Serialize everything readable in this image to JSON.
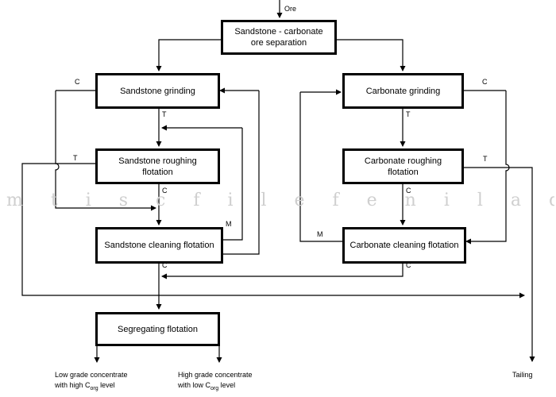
{
  "input_label": "Ore",
  "boxes": {
    "separation": "Sandstone - carbonate ore separation",
    "sandstone_grinding": "Sandstone grinding",
    "carbonate_grinding": "Carbonate grinding",
    "sandstone_roughing": "Sandstone roughing flotation",
    "carbonate_roughing": "Carbonate roughing flotation",
    "sandstone_cleaning": "Sandstone cleaning flotation",
    "carbonate_cleaning": "Carbonate cleaning flotation",
    "segregating": "Segregating flotation"
  },
  "flow_labels": {
    "c": "C",
    "t": "T",
    "m": "M"
  },
  "outputs": {
    "low_grade_line1": "Low grade concentrate",
    "low_grade_line2": "with high C",
    "high_grade_line1": "High grade concentrate",
    "high_grade_line2": "with low C",
    "subscript": "org",
    "level_word": "level",
    "tailing": "Tailing"
  },
  "watermark": "m t i s c f i l e f e n i l a d j k s . c o m"
}
